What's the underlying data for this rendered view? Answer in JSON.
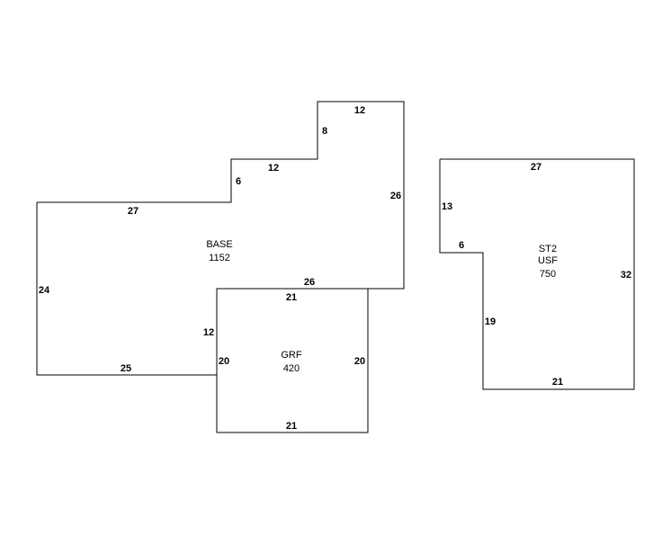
{
  "sketch": {
    "base": {
      "label": "BASE",
      "area": "1152",
      "dims": {
        "top_upper": "12",
        "step_upper": "8",
        "top_mid": "12",
        "step_mid": "6",
        "top_left": "27",
        "right": "26",
        "left": "24",
        "bottom_right": "26",
        "notch": "12",
        "bottom_left": "25"
      }
    },
    "grf": {
      "label": "GRF",
      "area": "420",
      "dims": {
        "top": "21",
        "left": "20",
        "right": "20",
        "bottom": "21"
      }
    },
    "st2": {
      "label": "ST2",
      "sublabel": "USF",
      "area": "750",
      "dims": {
        "top": "27",
        "left_upper": "13",
        "step": "6",
        "right": "32",
        "left_lower": "19",
        "bottom": "21"
      }
    }
  }
}
